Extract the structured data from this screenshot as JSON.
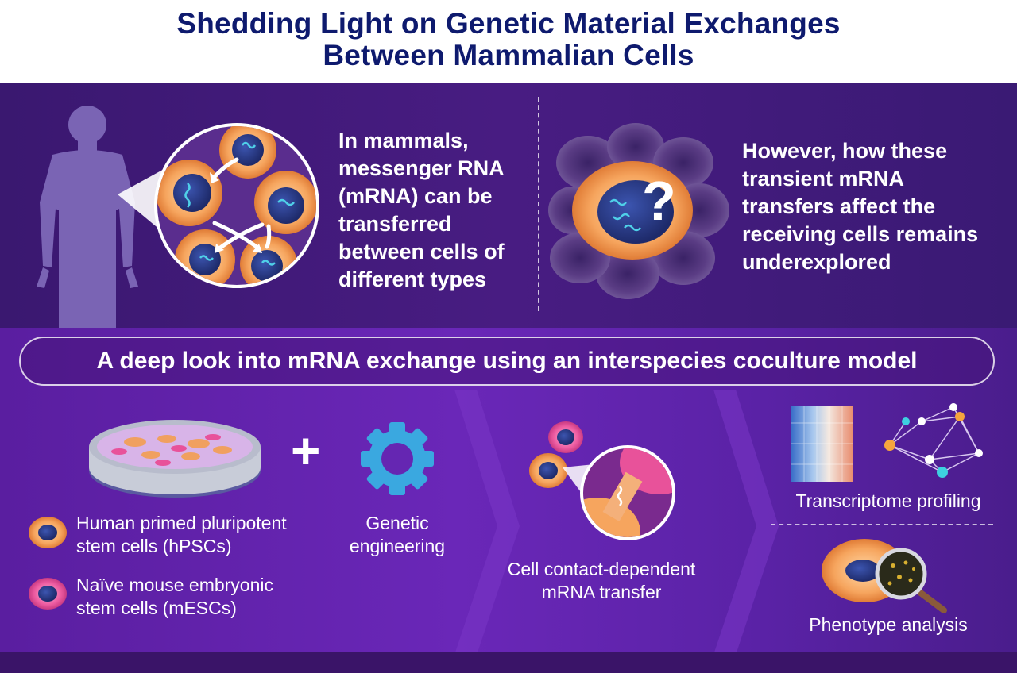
{
  "header": {
    "title_line1": "Shedding Light on Genetic Material Exchanges",
    "title_line2": "Between Mammalian Cells"
  },
  "top_left": {
    "text_lines": [
      "In mammals,",
      "messenger RNA",
      "(mRNA) can be",
      "transferred",
      "between cells of",
      "different types"
    ]
  },
  "top_right": {
    "text_lines": [
      "However, how these",
      "transient mRNA",
      "transfers affect the",
      "receiving cells remains",
      "underexplored"
    ],
    "question_mark": "?"
  },
  "banner": {
    "text": "A deep look into mRNA exchange using an interspecies coculture model"
  },
  "panel1": {
    "plus": "+",
    "legend": [
      {
        "lines": [
          "Human primed pluripotent",
          "stem cells (hPSCs)"
        ],
        "color": "#f0a060"
      },
      {
        "lines": [
          "Naïve mouse embryonic",
          "stem cells (mESCs)"
        ],
        "color": "#e8529a"
      }
    ],
    "gear_label_lines": [
      "Genetic",
      "engineering"
    ]
  },
  "panel2": {
    "label_lines": [
      "Cell contact-dependent",
      "mRNA transfer"
    ]
  },
  "panel3": {
    "transcriptome_label": "Transcriptome profiling",
    "phenotype_label": "Phenotype analysis"
  },
  "colors": {
    "title": "#0e1a6e",
    "top_band": "#441c7e",
    "bottom_band": "#6526b2",
    "human_cell": "#f0a060",
    "mouse_cell": "#e8529a",
    "nucleus": "#2a3a8c",
    "mrna": "#4fd0e8",
    "gear": "#3aa8e0"
  }
}
